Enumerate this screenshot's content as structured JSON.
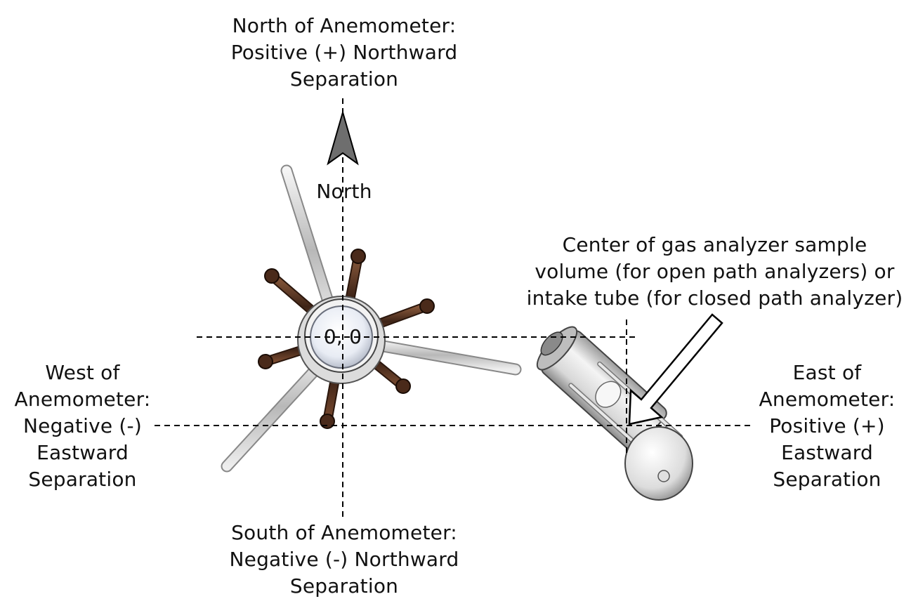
{
  "labels": {
    "north": [
      "North of Anemometer:",
      "Positive (+) Northward",
      "Separation"
    ],
    "south": [
      "South of Anemometer:",
      "Negative (-) Northward",
      "Separation"
    ],
    "west": [
      "West of",
      "Anemometer:",
      "Negative (-)",
      "Eastward",
      "Separation"
    ],
    "east": [
      "East of",
      "Anemometer:",
      "Positive (+)",
      "Eastward",
      "Separation"
    ],
    "analyzer_center": [
      "Center of gas analyzer sample",
      "volume (for open path analyzers) or",
      "intake tube (for closed path analyzer)"
    ],
    "north_arrow": "North",
    "origin": "0, 0"
  },
  "colors": {
    "background": "#ffffff",
    "text": "#111111",
    "dashed_line": "#000000",
    "north_arrow_fill": "#6e6e6e",
    "anemometer_arm": "#d9d9d9",
    "transducer": "#5a3522",
    "analyzer_body": "#e6e6e6"
  }
}
